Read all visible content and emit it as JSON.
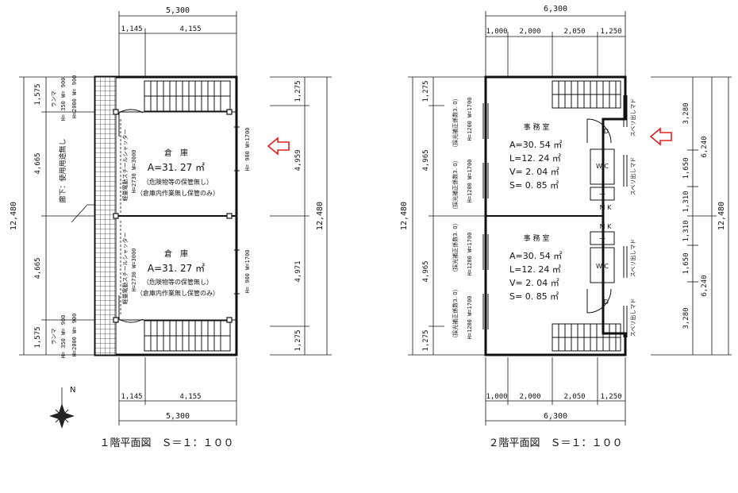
{
  "floor1": {
    "caption": "１階平面図　Ｓ＝１：１００",
    "top_total": "5,300",
    "top_segs": [
      "1,145",
      "4,155"
    ],
    "bottom_total": "5,300",
    "bottom_segs": [
      "1,145",
      "4,155"
    ],
    "left_total": "12,480",
    "left_segs": [
      "1,575",
      "4,665",
      "4,665",
      "1,575"
    ],
    "right_total": "12,480",
    "right_segs": [
      "1,275",
      "4,959",
      "4,971",
      "1,275"
    ],
    "corridor_note": "廊下：使用用途無し",
    "rooms": [
      {
        "name": "倉　庫",
        "area": "A=31. 27 ㎡",
        "note1": "（危険物等の保管無し）",
        "note2": "（倉庫内作業無し保管のみ）",
        "shutter": "軽量電動スチールシャッター",
        "shutter_size": "H=2730 W=3000"
      },
      {
        "name": "倉　庫",
        "area": "A=31. 27 ㎡",
        "note1": "（危険物等の保管無し）",
        "note2": "（倉庫内作業無し保管のみ）",
        "shutter": "軽量電動スチールシャッター",
        "shutter_size": "H=2730 W=3000"
      }
    ],
    "windows": [
      "H= 900 W=1700",
      "H= 900 W=1700"
    ],
    "ranma_label": "ランマ",
    "ranma_size": "H= 350 W= 900",
    "door_size": "H=2000 W= 900",
    "north": "N"
  },
  "floor2": {
    "caption": "２階平面図　Ｓ＝１：１００",
    "top_total": "6,300",
    "top_segs": [
      "1,000",
      "2,000",
      "2,050",
      "1,250"
    ],
    "bottom_total": "6,300",
    "bottom_segs": [
      "1,000",
      "2,000",
      "2,050",
      "1,250"
    ],
    "left_total": "12,480",
    "left_segs": [
      "1,275",
      "4,965",
      "4,965",
      "1,275"
    ],
    "right_total": "12,480",
    "right_mid": [
      "6,240",
      "6,240"
    ],
    "right_segs": [
      "3,280",
      "1,650",
      "1,310",
      "1,310",
      "1,650",
      "3,280"
    ],
    "rooms": [
      {
        "name": "事 務 室",
        "area": "A=30. 54 ㎡",
        "l": "L=12. 24 ㎡",
        "v": "V= 2. 04 ㎡",
        "s": "S= 0. 85 ㎡"
      },
      {
        "name": "事 務 室",
        "area": "A=30. 54 ㎡",
        "l": "L=12. 24 ㎡",
        "v": "V= 2. 04 ㎡",
        "s": "S= 0. 85 ㎡"
      }
    ],
    "window_size": "H=1200 W=1700",
    "correction": "（採光補正係数3. 0）",
    "sliding_window": "スベリ出しマド",
    "wc": "W C",
    "mk": "M K",
    "d": "D",
    "hatch_mark": "十"
  }
}
